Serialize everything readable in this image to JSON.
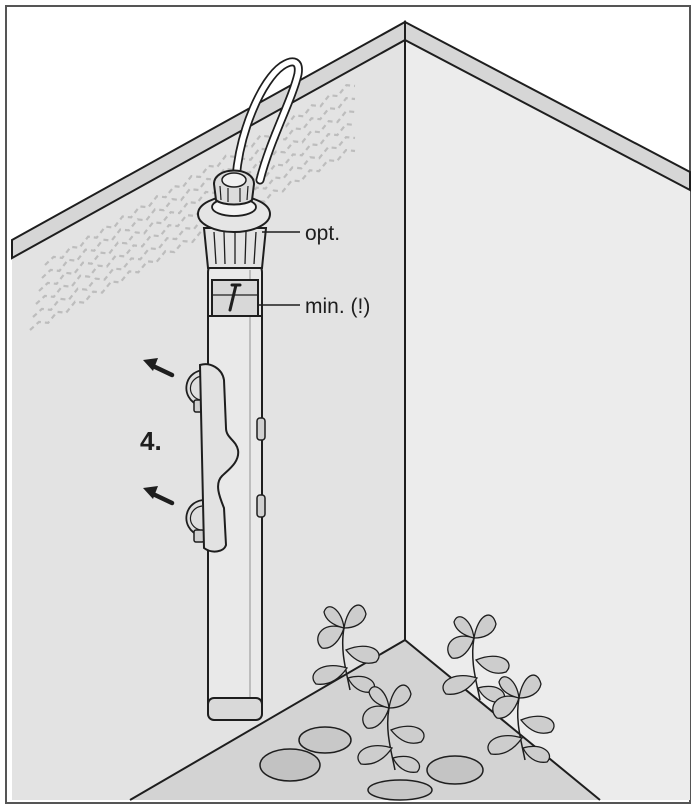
{
  "labels": {
    "opt": "opt.",
    "min": "min. (!)",
    "step": "4."
  },
  "icons": [
    "arrow-left-icon",
    "suction-cup-icon",
    "plant-icon",
    "stone-icon"
  ],
  "colors": {
    "line": "#1e1e1e",
    "wall_left": "#e3e3e3",
    "wall_right": "#ececec",
    "floor": "#d3d3d3",
    "heater": "#e9e9e9",
    "plant": "#cdcdcd"
  }
}
